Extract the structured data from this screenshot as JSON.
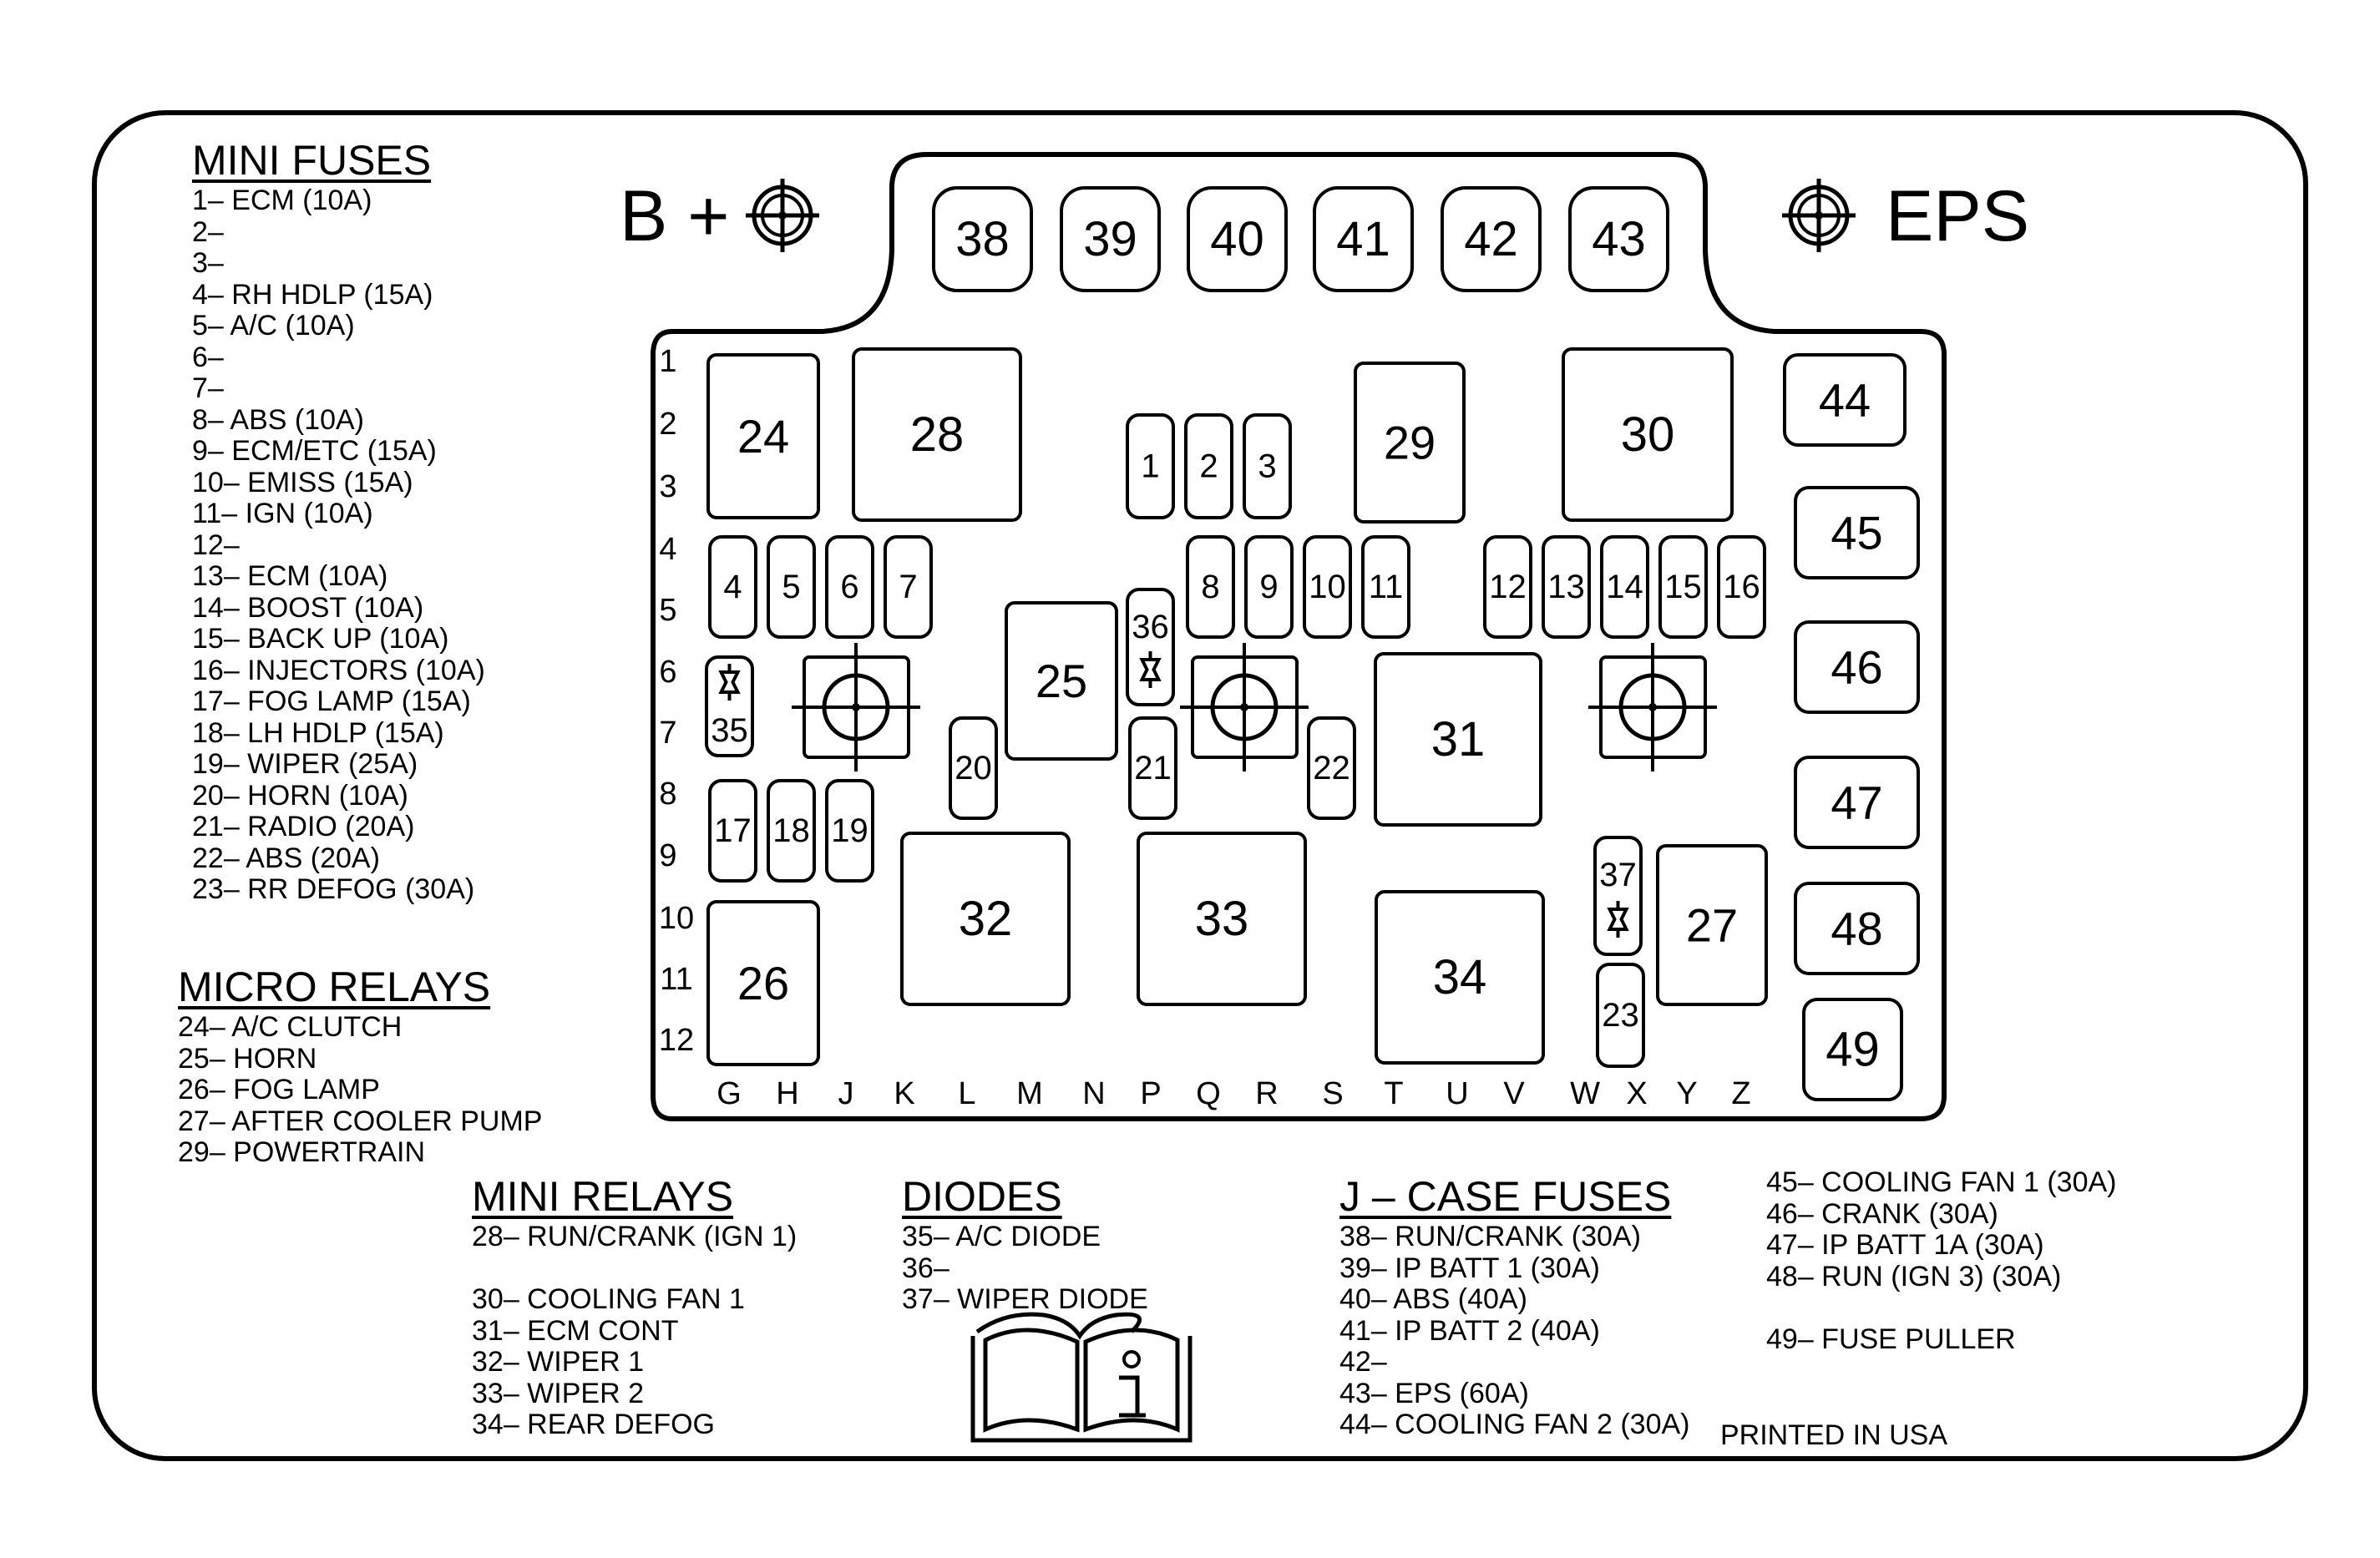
{
  "top_labels": {
    "b_plus": "B +",
    "eps": "EPS"
  },
  "row_labels": [
    "1",
    "2",
    "3",
    "4",
    "5",
    "6",
    "7",
    "8",
    "9",
    "10",
    "11",
    "12"
  ],
  "col_labels": [
    "G",
    "H",
    "J",
    "K",
    "L",
    "M",
    "N",
    "P",
    "Q",
    "R",
    "S",
    "T",
    "U",
    "V",
    "W",
    "X",
    "Y",
    "Z"
  ],
  "components": [
    {
      "id": "38",
      "kind": "j-case-fuse"
    },
    {
      "id": "39",
      "kind": "j-case-fuse"
    },
    {
      "id": "40",
      "kind": "j-case-fuse"
    },
    {
      "id": "41",
      "kind": "j-case-fuse"
    },
    {
      "id": "42",
      "kind": "j-case-fuse"
    },
    {
      "id": "43",
      "kind": "j-case-fuse"
    },
    {
      "id": "24",
      "kind": "micro-relay"
    },
    {
      "id": "28",
      "kind": "mini-relay"
    },
    {
      "id": "1",
      "kind": "mini-fuse"
    },
    {
      "id": "2",
      "kind": "mini-fuse"
    },
    {
      "id": "3",
      "kind": "mini-fuse"
    },
    {
      "id": "29",
      "kind": "micro-relay"
    },
    {
      "id": "30",
      "kind": "mini-relay"
    },
    {
      "id": "44",
      "kind": "j-case-fuse"
    },
    {
      "id": "4",
      "kind": "mini-fuse"
    },
    {
      "id": "5",
      "kind": "mini-fuse"
    },
    {
      "id": "6",
      "kind": "mini-fuse"
    },
    {
      "id": "7",
      "kind": "mini-fuse"
    },
    {
      "id": "8",
      "kind": "mini-fuse"
    },
    {
      "id": "9",
      "kind": "mini-fuse"
    },
    {
      "id": "10",
      "kind": "mini-fuse"
    },
    {
      "id": "11",
      "kind": "mini-fuse"
    },
    {
      "id": "12",
      "kind": "mini-fuse"
    },
    {
      "id": "13",
      "kind": "mini-fuse"
    },
    {
      "id": "14",
      "kind": "mini-fuse"
    },
    {
      "id": "15",
      "kind": "mini-fuse"
    },
    {
      "id": "16",
      "kind": "mini-fuse"
    },
    {
      "id": "45",
      "kind": "j-case-fuse"
    },
    {
      "id": "25",
      "kind": "micro-relay"
    },
    {
      "id": "46",
      "kind": "j-case-fuse"
    },
    {
      "id": "31",
      "kind": "mini-relay"
    },
    {
      "id": "20",
      "kind": "mini-fuse"
    },
    {
      "id": "21",
      "kind": "mini-fuse"
    },
    {
      "id": "22",
      "kind": "mini-fuse"
    },
    {
      "id": "47",
      "kind": "j-case-fuse"
    },
    {
      "id": "17",
      "kind": "mini-fuse"
    },
    {
      "id": "18",
      "kind": "mini-fuse"
    },
    {
      "id": "19",
      "kind": "mini-fuse"
    },
    {
      "id": "32",
      "kind": "mini-relay"
    },
    {
      "id": "33",
      "kind": "mini-relay"
    },
    {
      "id": "27",
      "kind": "micro-relay"
    },
    {
      "id": "48",
      "kind": "j-case-fuse"
    },
    {
      "id": "26",
      "kind": "micro-relay"
    },
    {
      "id": "34",
      "kind": "mini-relay"
    },
    {
      "id": "23",
      "kind": "mini-fuse"
    },
    {
      "id": "49",
      "kind": "fuse-puller"
    }
  ],
  "diodes": [
    {
      "id": "35"
    },
    {
      "id": "36"
    },
    {
      "id": "37"
    }
  ],
  "legend": {
    "mini_fuses": {
      "title": "MINI FUSES",
      "items": [
        "1– ECM (10A)",
        "2–",
        "3–",
        "4– RH HDLP (15A)",
        "5– A/C (10A)",
        "6–",
        "7–",
        "8– ABS (10A)",
        "9– ECM/ETC (15A)",
        "10– EMISS (15A)",
        "11– IGN (10A)",
        "12–",
        "13– ECM (10A)",
        "14– BOOST (10A)",
        "15– BACK UP (10A)",
        "16– INJECTORS (10A)",
        "17– FOG LAMP (15A)",
        "18– LH HDLP (15A)",
        "19– WIPER (25A)",
        "20– HORN (10A)",
        "21– RADIO (20A)",
        "22– ABS (20A)",
        "23– RR DEFOG (30A)"
      ]
    },
    "micro_relays": {
      "title": "MICRO RELAYS",
      "items": [
        "24– A/C CLUTCH",
        "25– HORN",
        "26– FOG LAMP",
        "27– AFTER COOLER PUMP",
        "29– POWERTRAIN"
      ]
    },
    "mini_relays": {
      "title": "MINI RELAYS",
      "items": [
        "28– RUN/CRANK (IGN 1)",
        "30– COOLING FAN 1",
        "31– ECM CONT",
        "32– WIPER 1",
        "33– WIPER 2",
        "34– REAR DEFOG"
      ]
    },
    "diodes": {
      "title": "DIODES",
      "items": [
        "35– A/C DIODE",
        "36–",
        "37– WIPER DIODE"
      ]
    },
    "j_case_fuses": {
      "title": "J – CASE FUSES",
      "items": [
        "38– RUN/CRANK (30A)",
        "39– IP BATT 1 (30A)",
        "40– ABS (40A)",
        "41– IP BATT 2 (40A)",
        "42–",
        "43– EPS (60A)",
        "44– COOLING FAN 2 (30A)"
      ]
    },
    "j_case_fuses_cont": {
      "items": [
        "45– COOLING FAN 1 (30A)",
        "46– CRANK (30A)",
        "47– IP BATT 1A (30A)",
        "48– RUN (IGN 3) (30A)",
        "49– FUSE PULLER"
      ]
    }
  },
  "footer": {
    "printed": "PRINTED IN USA"
  }
}
